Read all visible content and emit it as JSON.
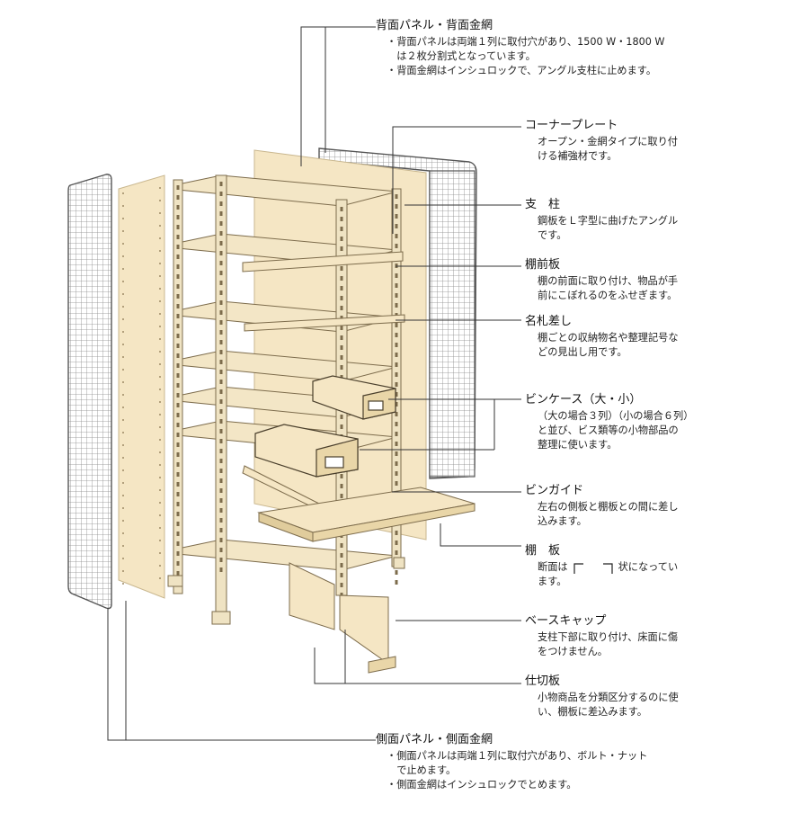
{
  "colors": {
    "panel": "#f5e6c4",
    "panel_edge": "#c9b78f",
    "frame": "#efe3c3",
    "frame_edge": "#9c8a66",
    "mesh": "#7a7a7a",
    "line": "#333333"
  },
  "callouts": {
    "back_panel": {
      "title": "背面パネル・背面金網",
      "bullets": [
        "・背面パネルは両端１列に取付穴があり、1500 W・1800 W",
        "　は２枚分割式となっています。",
        "・背面金網はインシュロックで、アングル支柱に止めます。"
      ]
    },
    "corner_plate": {
      "title": "コーナープレート",
      "lines": [
        "オープン・金網タイプに取り付",
        "ける補強材です。"
      ]
    },
    "post": {
      "title": "支　柱",
      "lines": [
        "鋼板をＬ字型に曲げたアングル",
        "です。"
      ]
    },
    "front_plate": {
      "title": "棚前板",
      "lines": [
        "棚の前面に取り付け、物品が手",
        "前にこぼれるのをふせぎます。"
      ]
    },
    "label_holder": {
      "title": "名札差し",
      "lines": [
        "棚ごとの収納物名や整理記号な",
        "どの見出し用です。"
      ]
    },
    "bin_case": {
      "title": "ビンケース（大・小）",
      "lines": [
        "（大の場合３列）（小の場合６列）",
        "と並び、ビス類等の小物部品の",
        "整理に使います。"
      ]
    },
    "bin_guide": {
      "title": "ビンガイド",
      "lines": [
        "左右の側板と棚板との間に差し",
        "込みます。"
      ]
    },
    "shelf": {
      "title": "棚　板",
      "line1_pre": "断面は",
      "line1_post": "状になってい",
      "line2": "ます。"
    },
    "base_cap": {
      "title": "ベースキャップ",
      "lines": [
        "支柱下部に取り付け、床面に傷",
        "をつけません。"
      ]
    },
    "divider": {
      "title": "仕切板",
      "lines": [
        "小物商品を分類区分するのに使",
        "い、棚板に差込みます。"
      ]
    },
    "side_panel": {
      "title": "側面パネル・側面金網",
      "bullets": [
        "・側面パネルは両端１列に取付穴があり、ボルト・ナット",
        "　で止めます。",
        "・側面金網はインシュロックでとめます。"
      ]
    }
  }
}
